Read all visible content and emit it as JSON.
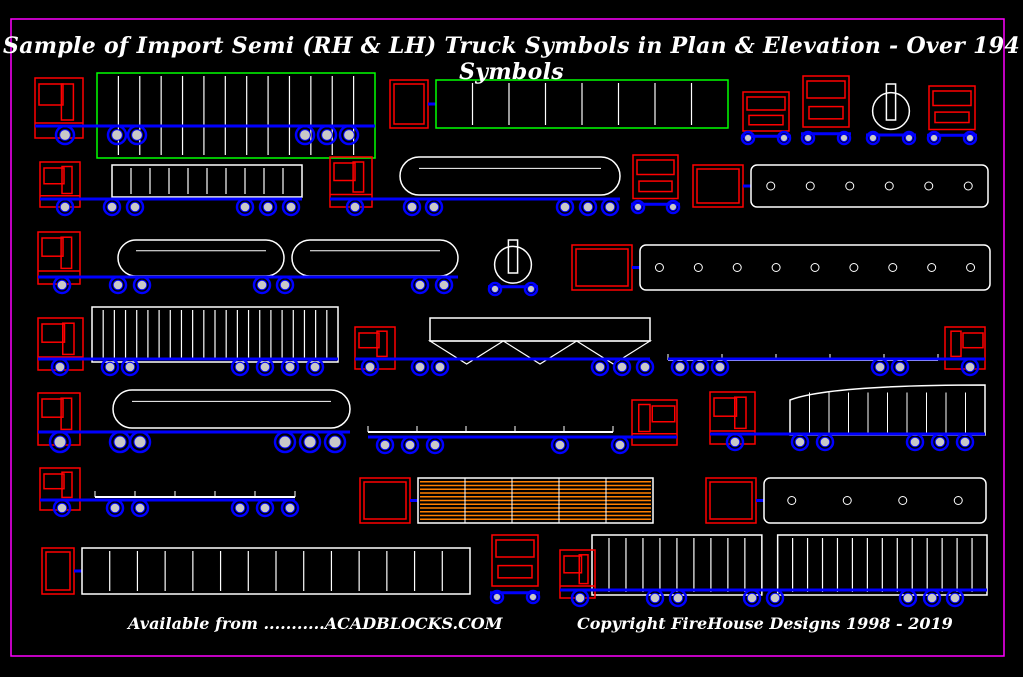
{
  "title": "Sample of Import Semi (RH & LH) Truck Symbols in Plan & Elevation - Over 194 Symbols",
  "footer": {
    "available": "Available from ...........ACADBLOCKS.COM",
    "copyright": "Copyright FireHouse Designs 1998 - 2019"
  },
  "colors": {
    "background": "#000000",
    "border": "#ff00ff",
    "cab": "#ff0000",
    "chassis": "#0000ff",
    "trailer_outline": "#ffffff",
    "container": "#00ff00",
    "deck": "#ff8000",
    "wheel_hub": "#c8c8c8"
  }
}
